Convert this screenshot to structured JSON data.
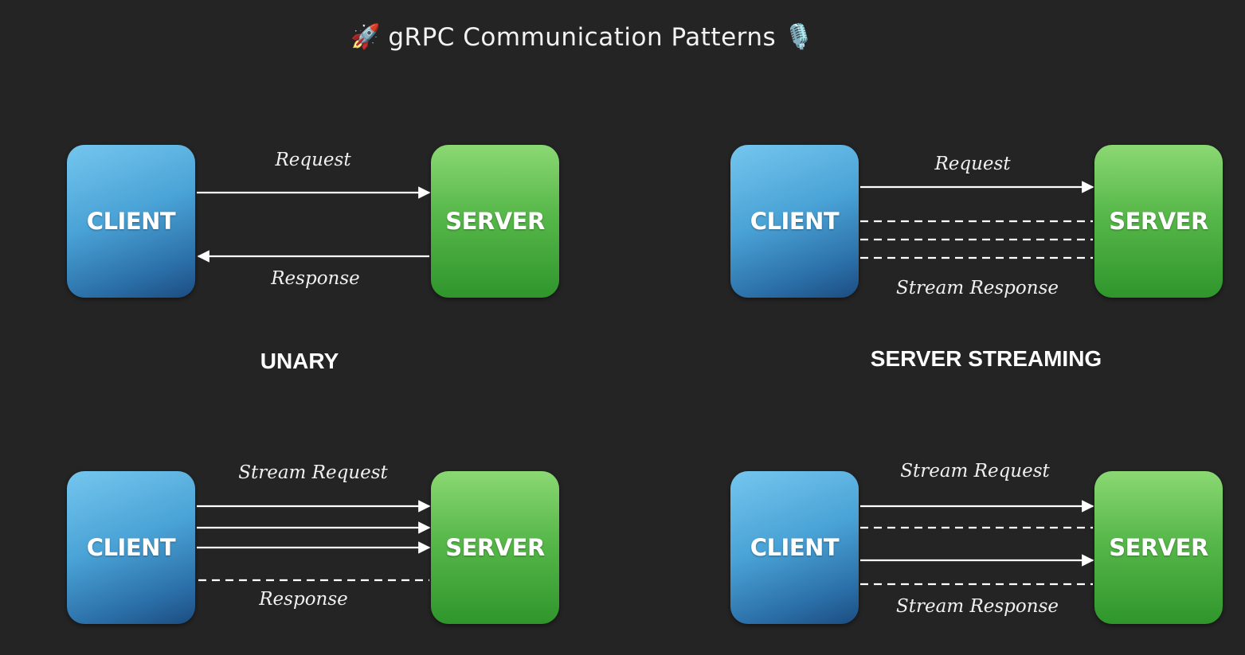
{
  "title": {
    "text": "gRPC Communication Patterns",
    "emoji_left": "🚀",
    "emoji_right": "🎙️"
  },
  "colors": {
    "background": "#242424",
    "client": "#4aa3d6",
    "server": "#4caf3f",
    "arrow": "#ffffff"
  },
  "patterns": [
    {
      "name": "UNARY",
      "client_label": "CLIENT",
      "server_label": "SERVER",
      "top_label": "Request",
      "bottom_label": "Response"
    },
    {
      "name": "SERVER STREAMING",
      "client_label": "CLIENT",
      "server_label": "SERVER",
      "top_label": "Request",
      "bottom_label": "Stream Response"
    },
    {
      "name": "",
      "client_label": "CLIENT",
      "server_label": "SERVER",
      "top_label": "Stream Request",
      "bottom_label": "Response"
    },
    {
      "name": "",
      "client_label": "CLIENT",
      "server_label": "SERVER",
      "top_label": "Stream Request",
      "bottom_label": "Stream Response"
    }
  ]
}
